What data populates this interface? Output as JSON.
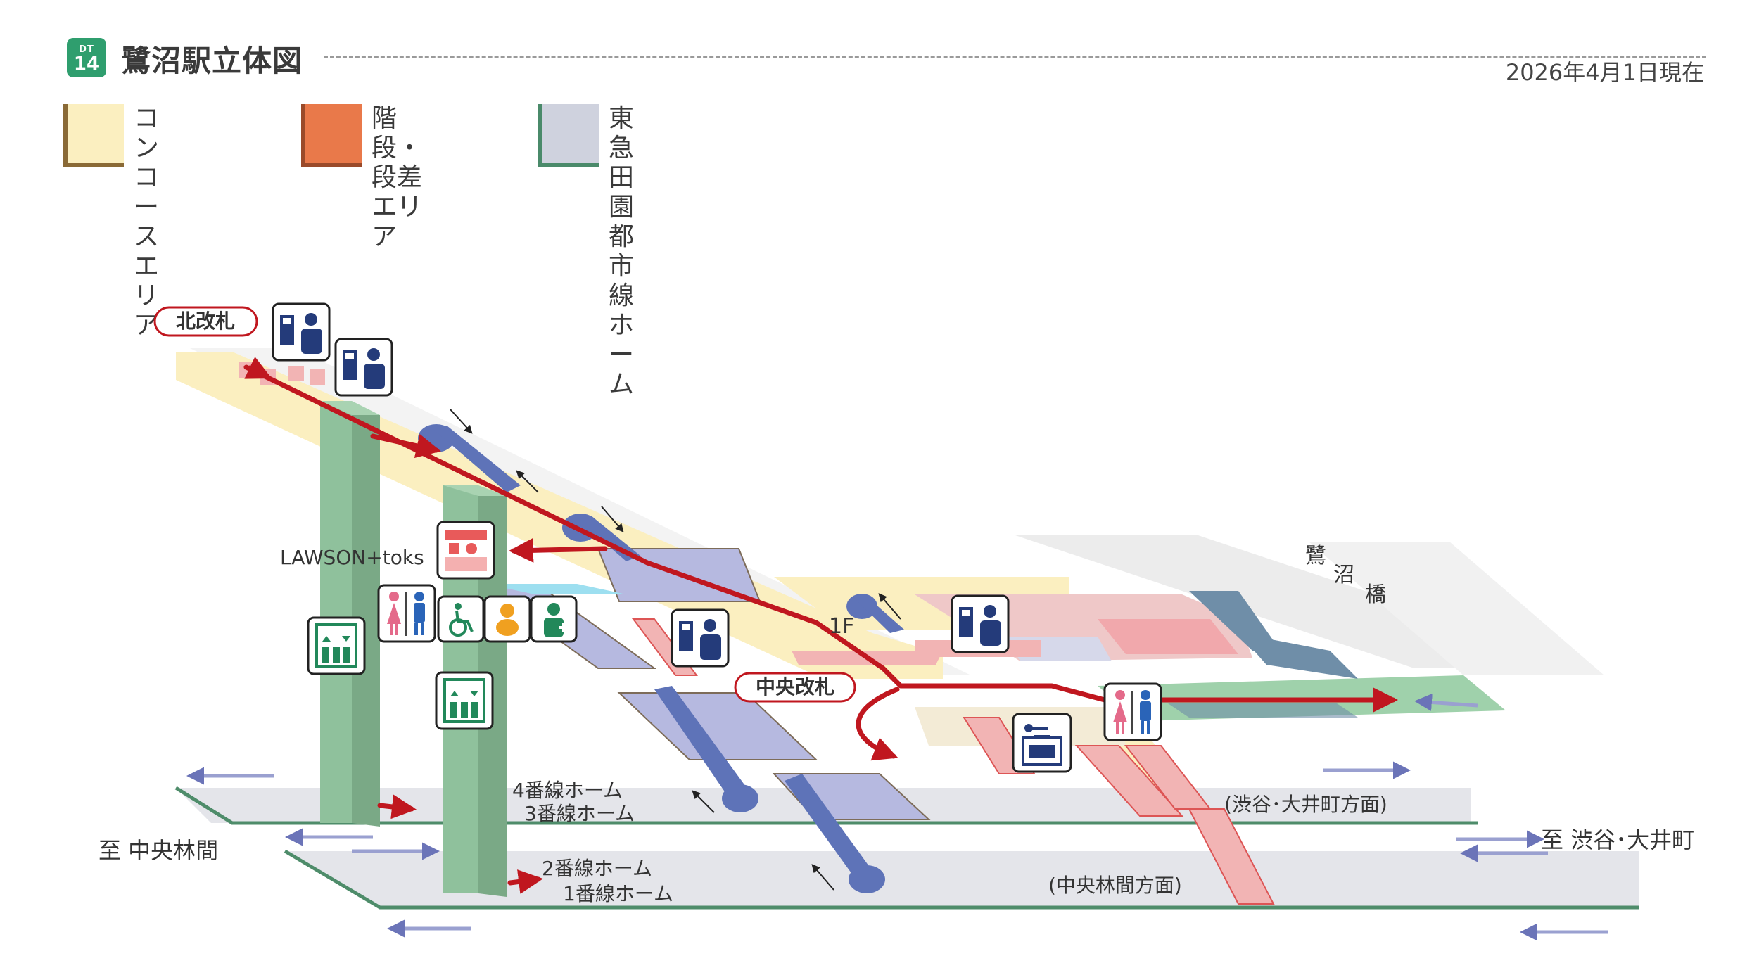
{
  "header": {
    "line_code": "DT",
    "station_number": "14",
    "title": "鷺沼駅立体図",
    "as_of": "2026年4月1日現在"
  },
  "legend": [
    {
      "label": "コンコース\nエリア",
      "color": "#fbefc0",
      "edge": "#8a6a36"
    },
    {
      "label": "階段・段差\nエリア",
      "color": "#e9794a",
      "edge": "#9a4a2a"
    },
    {
      "label": "東急田園都市線\nホーム",
      "color": "#cfd2de",
      "edge": "#4a8a6a"
    }
  ],
  "colors": {
    "route_red": "#c0171f",
    "concourse": "#fbefc0",
    "stairs": "#e9794a",
    "platform": "#dcdde6",
    "elevator_shaft": "#8fc19c",
    "escalator": "#5e73b8",
    "icon_navy": "#243b7a",
    "icon_green": "#22885a"
  },
  "map": {
    "north_gate": "北改札",
    "central_gate": "中央改札",
    "floor_label": "1F",
    "shop_label": "LAWSON+toks",
    "platform_4": "4番線ホーム",
    "platform_3": "3番線ホーム",
    "platform_2": "2番線ホーム",
    "platform_1": "1番線ホーム",
    "dir_left": "至 中央林間",
    "dir_right": "至 渋谷･大井町",
    "dir_upper_track": "(渋谷･大井町方面)",
    "dir_lower_track": "(中央林間方面)",
    "bridge_chars": [
      "鷺",
      "沼",
      "橋"
    ]
  },
  "icons": [
    "ticket-machine-icon",
    "station-staff-icon",
    "shop-icon",
    "womens-toilet-icon",
    "mens-toilet-icon",
    "wheelchair-icon",
    "baby-care-icon",
    "ostomate-icon",
    "elevator-icon",
    "coin-locker-icon"
  ]
}
